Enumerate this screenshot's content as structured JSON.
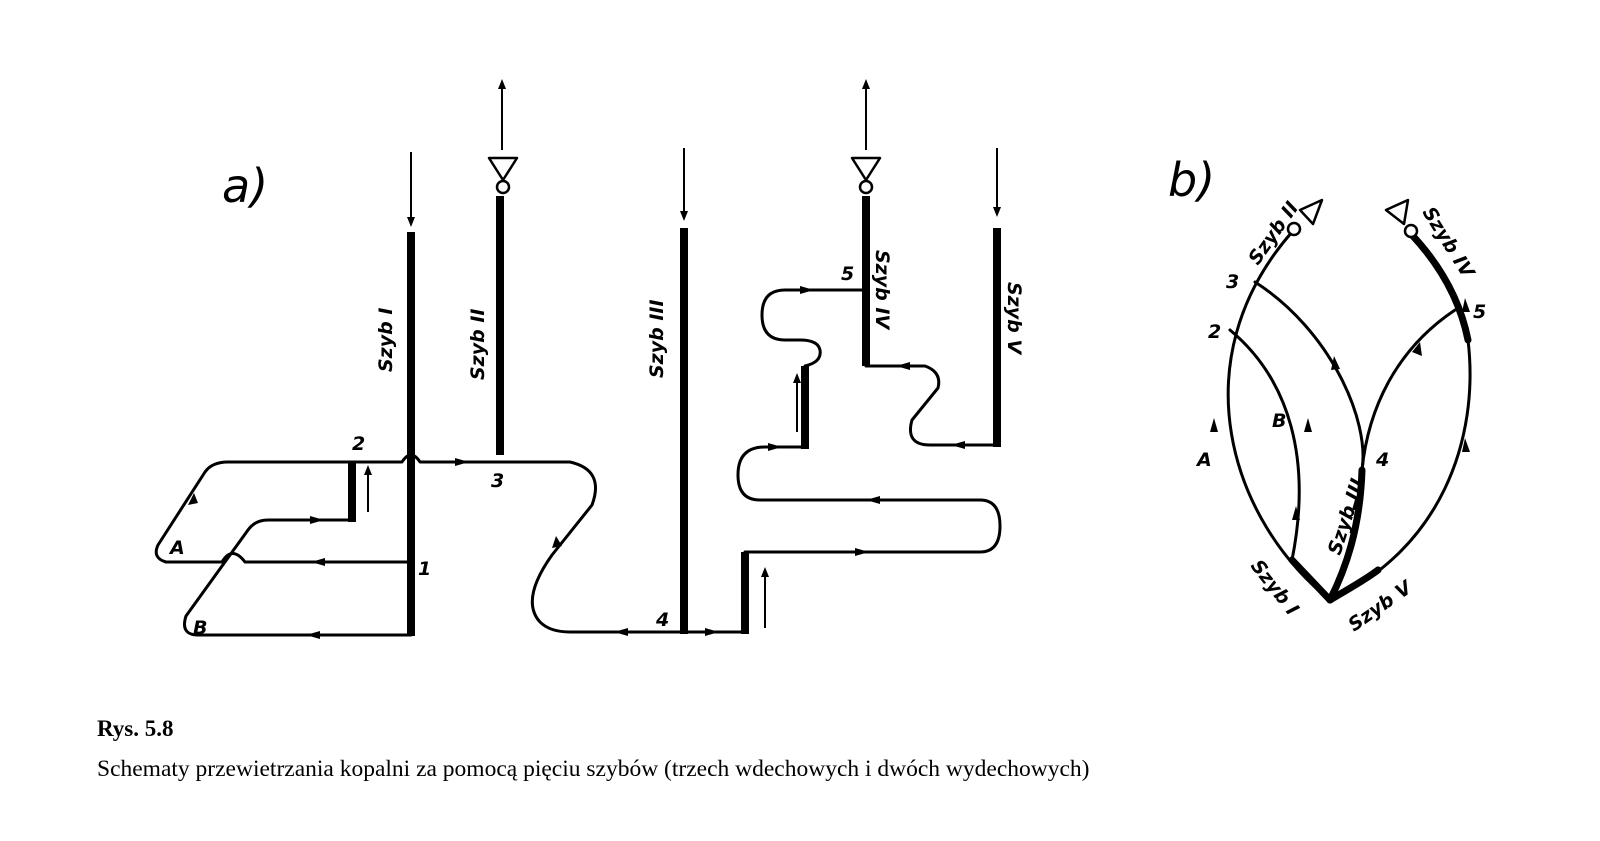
{
  "figure": {
    "part_a": {
      "panel_label": "a)",
      "shafts": [
        "Szyb I",
        "Szyb II",
        "Szyb III",
        "Szyb IV",
        "Szyb V"
      ],
      "nodes": [
        "1",
        "2",
        "3",
        "4",
        "5"
      ],
      "branches": [
        "A",
        "B"
      ]
    },
    "part_b": {
      "panel_label": "b)",
      "shafts": [
        "Szyb I",
        "Szyb II",
        "Szyb III",
        "Szyb IV",
        "Szyb V"
      ],
      "nodes": [
        "2",
        "3",
        "4",
        "5"
      ],
      "branches": [
        "A",
        "B"
      ]
    }
  },
  "caption": {
    "title": "Rys. 5.8",
    "text": "Schematy przewietrzania kopalni za pomocą pięciu szybów (trzech wdechowych i dwóch wydechowych)"
  }
}
